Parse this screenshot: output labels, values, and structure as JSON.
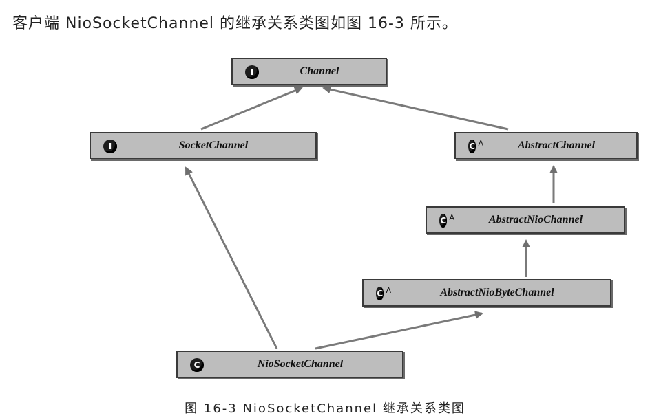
{
  "intro_text": "客户端 NioSocketChannel 的继承关系类图如图 16-3 所示。",
  "caption": "图 16-3   NioSocketChannel 继承关系类图",
  "diagram": {
    "nodes": [
      {
        "id": "channel",
        "label": "Channel",
        "kind": "interface",
        "icon_letter": "I"
      },
      {
        "id": "socket_channel",
        "label": "SocketChannel",
        "kind": "interface",
        "icon_letter": "I"
      },
      {
        "id": "abstract_channel",
        "label": "AbstractChannel",
        "kind": "abstract-class",
        "icon_letter": "C",
        "abstract_marker": "A"
      },
      {
        "id": "abstract_nio_channel",
        "label": "AbstractNioChannel",
        "kind": "abstract-class",
        "icon_letter": "C",
        "abstract_marker": "A"
      },
      {
        "id": "abstract_nio_byte_channel",
        "label": "AbstractNioByteChannel",
        "kind": "abstract-class",
        "icon_letter": "C",
        "abstract_marker": "A"
      },
      {
        "id": "nio_socket_channel",
        "label": "NioSocketChannel",
        "kind": "class",
        "icon_letter": "C"
      }
    ],
    "edges": [
      {
        "from": "socket_channel",
        "to": "channel"
      },
      {
        "from": "abstract_channel",
        "to": "channel"
      },
      {
        "from": "abstract_nio_channel",
        "to": "abstract_channel"
      },
      {
        "from": "abstract_nio_byte_channel",
        "to": "abstract_nio_channel"
      },
      {
        "from": "nio_socket_channel",
        "to": "socket_channel"
      },
      {
        "from": "nio_socket_channel",
        "to": "abstract_nio_byte_channel"
      }
    ],
    "colors": {
      "box_fill": "#bdbdbd",
      "box_border": "#3a3a3a",
      "arrow": "#7a7a7a"
    }
  }
}
